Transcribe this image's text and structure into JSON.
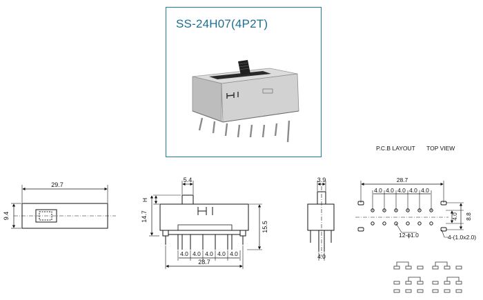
{
  "product": {
    "title": "SS-24H07(4P2T)"
  },
  "labels": {
    "pcb_layout": "P.C.B LAYOUT",
    "top_view": "TOP VIEW"
  },
  "front_view": {
    "width": "29.7",
    "height": "9.4"
  },
  "side_view": {
    "actuator_width": "5.4",
    "h_marker": "H",
    "body_height": "14.7",
    "total_height": "15.5",
    "pitch": [
      "4.0",
      "4.0",
      "4.0",
      "4.0",
      "4.0"
    ],
    "overall_width": "28.7",
    "body_mark": "H I"
  },
  "end_view": {
    "width": "3.9",
    "pin": "4.0"
  },
  "pcb": {
    "overall_width": "28.7",
    "pitch": [
      "4.0",
      "4.0",
      "4.0",
      "4.0",
      "4.0"
    ],
    "row_pitch": "4.0",
    "row_span": "8.8",
    "hole_note": "12-ϕ1.0",
    "slot_note": "4-(1.0x2.0)"
  }
}
